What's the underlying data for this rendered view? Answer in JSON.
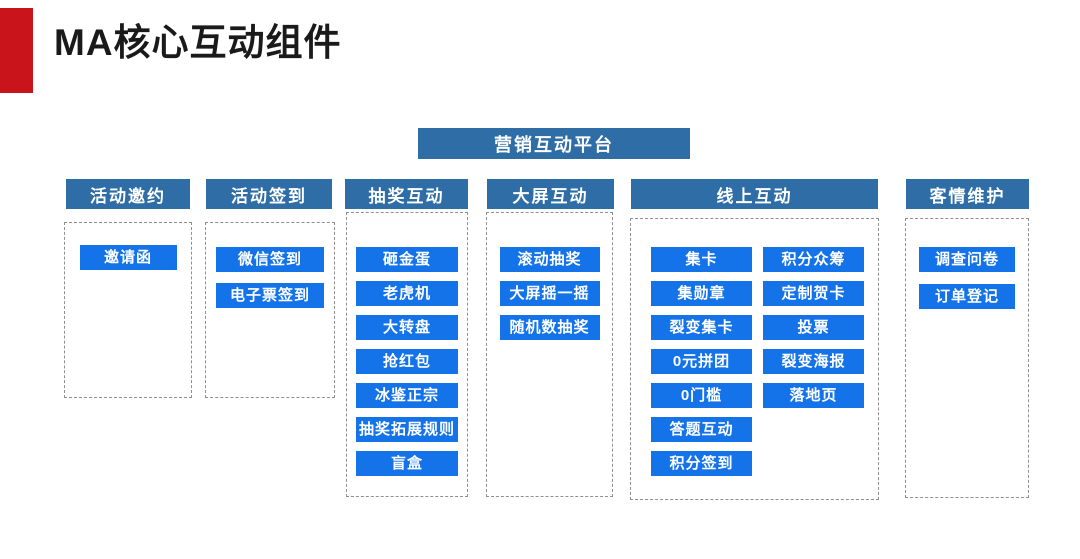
{
  "page": {
    "title": "MA核心互动组件"
  },
  "banner": {
    "label": "营销互动平台"
  },
  "colors": {
    "accent_red": "#c8141a",
    "header_blue": "#2e6da6",
    "item_blue": "#1473e8",
    "dashed_border": "#8f8f8f"
  },
  "columns": [
    {
      "header": "活动邀约",
      "items": [
        "邀请函"
      ]
    },
    {
      "header": "活动签到",
      "items": [
        "微信签到",
        "电子票签到"
      ]
    },
    {
      "header": "抽奖互动",
      "items": [
        "砸金蛋",
        "老虎机",
        "大转盘",
        "抢红包",
        "冰鉴正宗",
        "抽奖拓展规则",
        "盲盒"
      ]
    },
    {
      "header": "大屏互动",
      "items": [
        "滚动抽奖",
        "大屏摇一摇",
        "随机数抽奖"
      ]
    },
    {
      "header": "线上互动",
      "items_left": [
        "集卡",
        "集勋章",
        "裂变集卡",
        "0元拼团",
        "0门槛",
        "答题互动",
        "积分签到"
      ],
      "items_right": [
        "积分众筹",
        "定制贺卡",
        "投票",
        "裂变海报",
        "落地页"
      ]
    },
    {
      "header": "客情维护",
      "items": [
        "调查问卷",
        "订单登记"
      ]
    }
  ]
}
